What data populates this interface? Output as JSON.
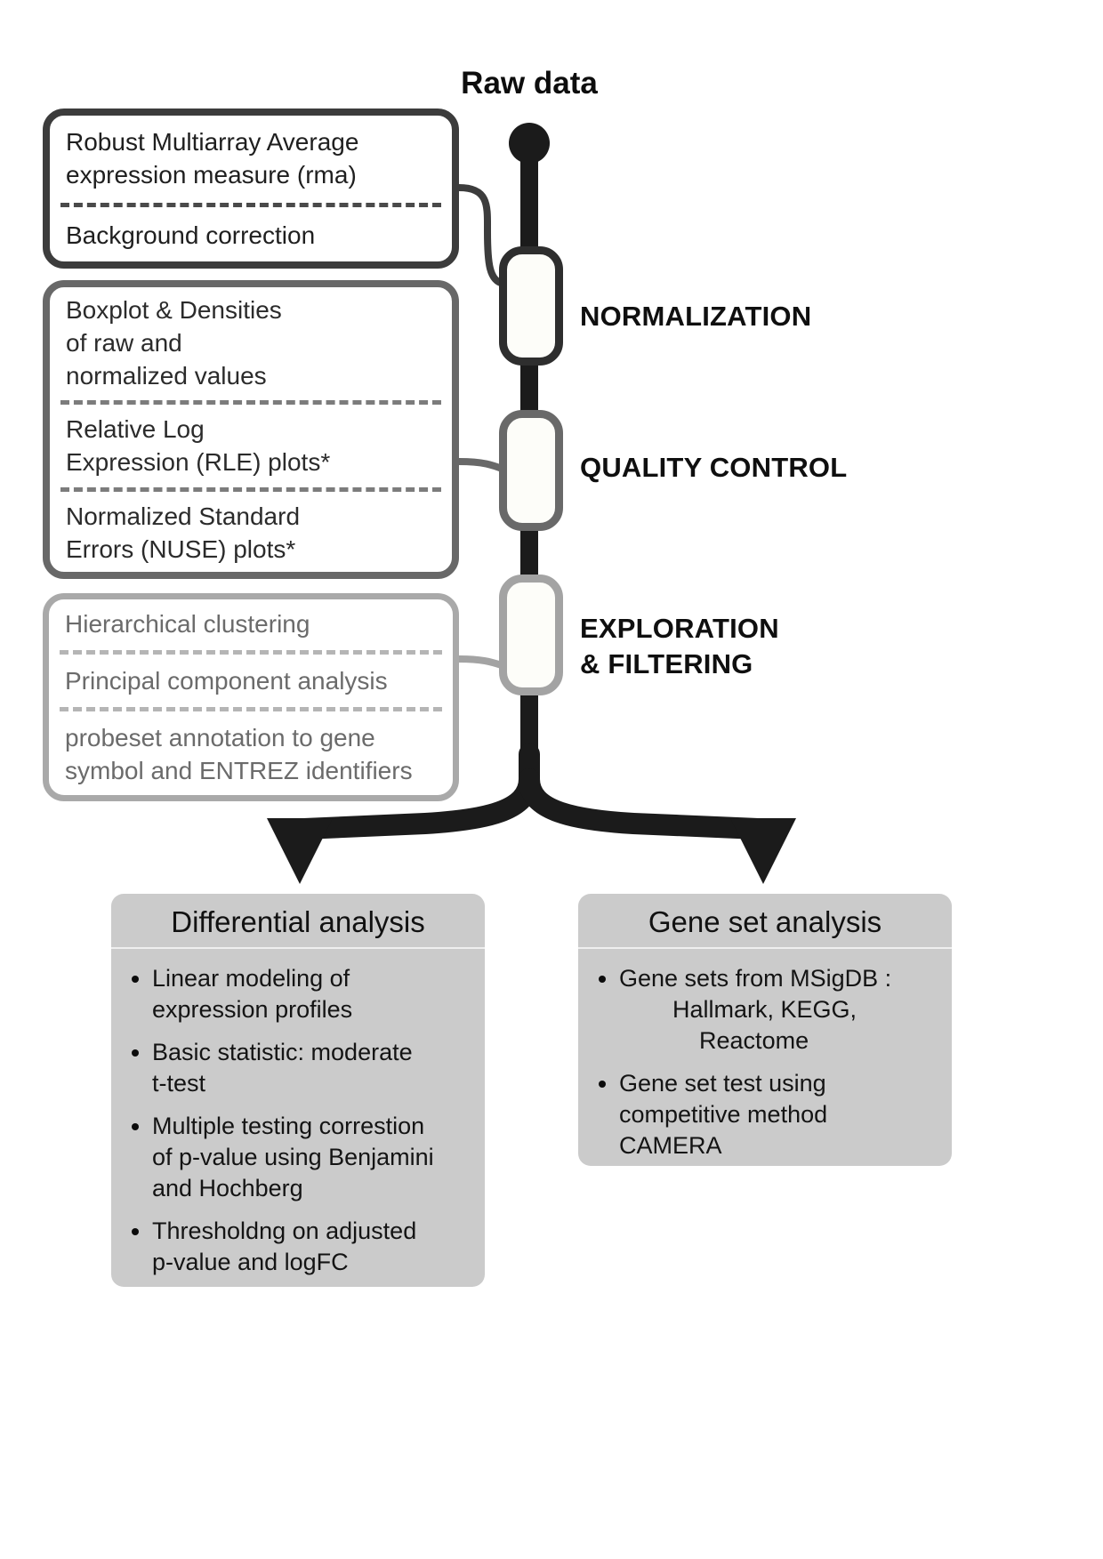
{
  "title": "Raw data",
  "stages": [
    {
      "label": "NORMALIZATION",
      "items": [
        "Robust Multiarray Average\nexpression measure (rma)",
        "Background correction"
      ]
    },
    {
      "label": "QUALITY CONTROL",
      "items": [
        "Boxplot & Densities\nof raw and\nnormalized values",
        "Relative Log\nExpression (RLE) plots*",
        "Normalized Standard\nErrors (NUSE) plots*"
      ]
    },
    {
      "label": "EXPLORATION\n& FILTERING",
      "items": [
        "Hierarchical clustering",
        "Principal component analysis",
        "probeset annotation to gene\nsymbol and ENTREZ identifiers"
      ]
    }
  ],
  "branches": [
    {
      "title": "Differential analysis",
      "bullets": [
        "Linear modeling of\nexpression profiles",
        "Basic statistic: moderate\nt-test",
        "Multiple testing correstion\nof p-value using Benjamini\nand Hochberg",
        "Thresholdng on adjusted\np-value and logFC"
      ]
    },
    {
      "title": "Gene set analysis",
      "bullets": [
        "Gene sets from MSigDB :\n        Hallmark, KEGG,\n            Reactome",
        "Gene set test using\ncompetitive method\nCAMERA"
      ]
    }
  ],
  "colors": {
    "flow_line": "#1b1b1b",
    "normalization_border": "#3c3c3c",
    "quality_control_border": "#686868",
    "exploration_border": "#a9a9a9",
    "branch_card_fill": "#cbcbcb"
  }
}
